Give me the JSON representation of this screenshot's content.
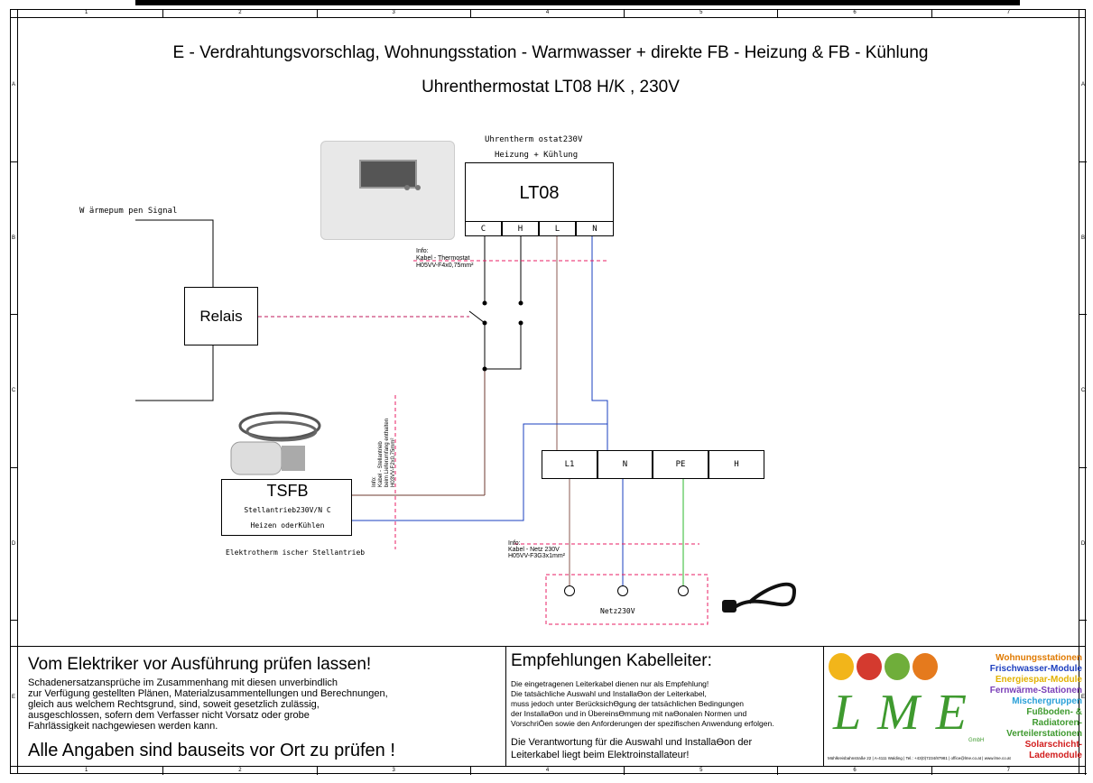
{
  "titles": {
    "line1": "E - Verdrahtungsvorschlag, Wohnungsstation - Warmwasser + direkte FB - Heizung & FB - Kühlung",
    "line2": "Uhrenthermostat LT08 H/K , 230V"
  },
  "ruler": {
    "columns": [
      "1",
      "2",
      "3",
      "4",
      "5",
      "6",
      "7"
    ],
    "rows": [
      "A",
      "B",
      "C",
      "D",
      "E"
    ]
  },
  "thermostat": {
    "caption1": "Uhrentherm ostat230V",
    "caption2": "Heizung + Kühlung",
    "name": "LT08",
    "terminals": [
      "C",
      "H",
      "L",
      "N"
    ],
    "info_line1": "Info:",
    "info_line2": "Kabel - Thermostat",
    "info_line3": "H05VV-F4x0,75mm²"
  },
  "signal_label": "W ärmepum pen Signal",
  "relay_label": "Relais",
  "actuator": {
    "name": "TSFB",
    "line1": "Stellantrieb230V/N C",
    "line2": "Heizen oderKühlen",
    "caption": "Elektrotherm ischer Stellantrieb",
    "info_line1": "Info:",
    "info_line2": "Kabel - Stellantrieb",
    "info_line3": "beim Lieferumfang enthalten",
    "info_line4": "H03VV-F2x0,75mm²"
  },
  "terminal_block": [
    "L1",
    "N",
    "PE",
    "H"
  ],
  "mains": {
    "label": "Netz230V",
    "info_line1": "Info:",
    "info_line2": "Kabel - Netz 230V",
    "info_line3": "H05VV-F3G3x1mm²"
  },
  "notice": {
    "heading": "Vom Elektriker vor Ausführung prüfen lassen!",
    "lines": [
      "Schadenersatzansprüche im Zusammenhang mit diesen unverbindlich",
      "zur Verfügung gestellten Plänen, Materialzusammentellungen und Berechnungen,",
      "gleich aus welchem Rechtsgrund, sind, soweit gesetzlich zulässig,",
      "ausgeschlossen, sofern dem Verfasser nicht Vorsatz oder grobe",
      "Fahrlässigkeit nachgewiesen werden kann."
    ],
    "footer": "Alle Angaben sind bauseits vor Ort zu prüfen !"
  },
  "cable": {
    "heading": "Empfehlungen Kabelleiter:",
    "lines": [
      "Die eingetragenen Leiterkabel dienen nur als Empfehlung!",
      "Die tatsächliche Auswahl und InstallaƟon der Leiterkabel,",
      "muss jedoch unter BerücksichƟgung der tatsächlichen Bedingungen",
      "der InstallaƟon und in ÜbereinsƟmmung mit naƟonalen Normen und",
      "VorschriŌen sowie den Anforderungen der spezifischen Anwendung erfolgen."
    ],
    "footer1": "Die Verantwortung für die Auswahl und InstallaƟon der",
    "footer2": "Leiterkabel liegt beim Elektroinstallateur!"
  },
  "company": {
    "logo": "LME",
    "gmbh": "GmbH",
    "address": "Mühlkreisbahnstraße 22 | A-4111 Walding | Tel.: +43(0)7234/87981 | office@lme.co.at | www.lme.co.at",
    "products": [
      {
        "text": "Wohnungsstationen",
        "color": "#e07a00"
      },
      {
        "text": "Frischwasser-Module",
        "color": "#1d3fbf"
      },
      {
        "text": "Energiespar-Module",
        "color": "#e2b100"
      },
      {
        "text": "Fernwärme-Stationen",
        "color": "#7a3fb8"
      },
      {
        "text": "Mischergruppen",
        "color": "#2aa0d8"
      },
      {
        "text": "Fußboden- & Radiatoren-",
        "color": "#3f9a2f"
      },
      {
        "text": "Verteilerstationen",
        "color": "#3f9a2f"
      },
      {
        "text": "Solarschicht-Lademodule",
        "color": "#d21d1d"
      }
    ]
  }
}
